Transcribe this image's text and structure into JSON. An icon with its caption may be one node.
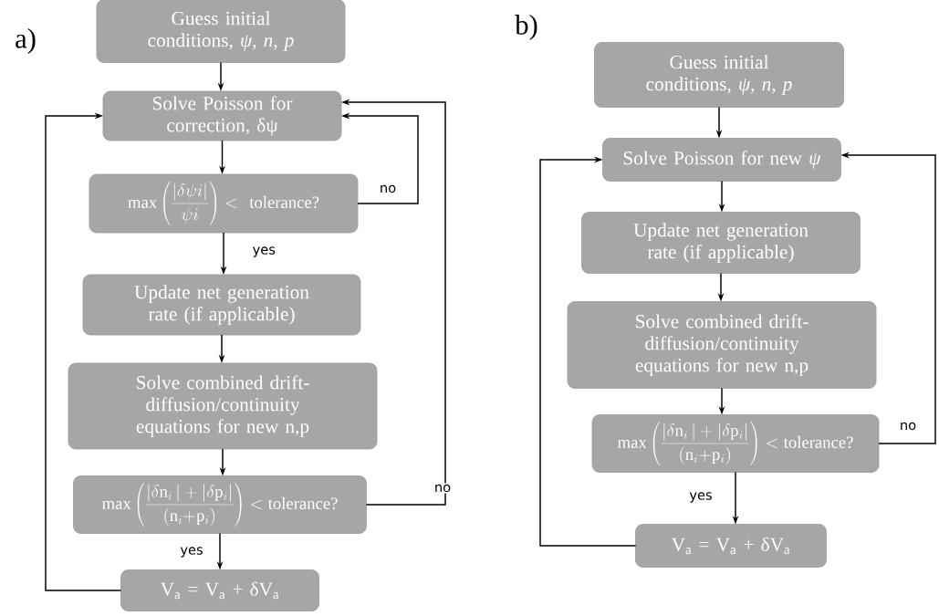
{
  "diagram": {
    "nodes": [
      {
        "text": [
          "Guess initial conditions, *ψ, n, p*"
        ]
      },
      {
        "text": [
          "Solve Poisson for correction, δψ"
        ]
      },
      {
        "text": [
          "\\max\\left(\\frac{|\\delta\\psi i|}{\\psi i}\\right) < \\mbox{ tolerance?}"
        ]
      },
      {
        "text": [
          "Update net generation rate (if applicable)"
        ]
      },
      {
        "text": [
          "Solve combined drift-diffusion/continuity equations for new n,p"
        ]
      },
      {
        "text": [
          "\\max\\left(\\frac{|\\delta\\mathrm{n}_i\\,| + |\\delta\\mathrm{p}_i|}{(\\mathrm{n}_i{+}\\mathrm{p}_i)}\\right) < \\mbox{tolerance?}"
        ]
      },
      {
        "text": [
          "V$_{a}$ = V$_{a}$ + δV$_{a}$"
        ]
      },
      {
        "text": [
          "Guess initial conditions, *ψ, n, p*"
        ]
      },
      {
        "text": [
          "Solve Poisson for new *ψ*"
        ]
      },
      {
        "text": [
          "Update net generation rate (if applicable)"
        ]
      },
      {
        "text": [
          "Solve combined drift-diffusion/continuity equations for new n,p"
        ]
      },
      {
        "text": [
          "\\max\\left(\\frac{|\\delta\\mathrm{n}_i\\,| + |\\delta\\mathrm{p}_i|}{(\\mathrm{n}_i{+}\\mathrm{p}_i)}\\right) < \\mbox{tolerance?}"
        ]
      },
      {
        "text": [
          "V$_{a}$ = V$_{a}$ + δV$_{a}$"
        ]
      }
    ],
    "edges": [
      {
        "from": 0,
        "to": 1,
        "arrow": "to"
      },
      {
        "from": 1,
        "to": 2,
        "arrow": "to"
      },
      {
        "from": 2,
        "to": 3,
        "arrow": "to",
        "label": "yes"
      },
      {
        "from": 2,
        "to": 1,
        "arrow": "to",
        "label": "no"
      },
      {
        "from": 3,
        "to": 4,
        "arrow": "to"
      },
      {
        "from": 4,
        "to": 5,
        "arrow": "to"
      },
      {
        "from": 5,
        "to": 6,
        "arrow": "to",
        "label": "yes"
      },
      {
        "from": 5,
        "to": 1,
        "arrow": "to",
        "label": "no"
      },
      {
        "from": 6,
        "to": 1,
        "arrow": "to"
      },
      {
        "from": 7,
        "to": 8,
        "arrow": "to"
      },
      {
        "from": 8,
        "to": 9,
        "arrow": "to"
      },
      {
        "from": 9,
        "to": 10,
        "arrow": "to"
      },
      {
        "from": 10,
        "to": 11,
        "arrow": "to"
      },
      {
        "from": 11,
        "to": 12,
        "arrow": "to",
        "label": "yes"
      },
      {
        "from": 11,
        "to": 8,
        "arrow": "to",
        "label": "no"
      },
      {
        "from": 12,
        "to": 8,
        "arrow": "to"
      }
    ],
    "labels": [
      "a)",
      "b)"
    ]
  }
}
